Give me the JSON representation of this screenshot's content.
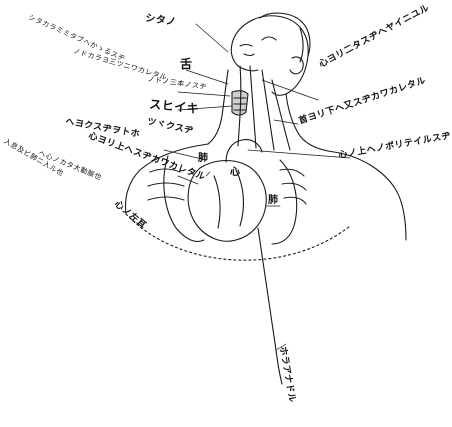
{
  "labels": {
    "shita_no": "シタノ",
    "shita_kara": "シタカラミミタブへかゝるスヂ",
    "nodo_kara": "ノドカラヨ三ツニワカレタル",
    "shita": "舌",
    "nodo_sanbon": "ノドノ三本ノスヂ",
    "kokoro_kara": "心ヨリ二タスヂヘヤイニユル",
    "kikan": "スヒイキ",
    "hegyo": "ヘヨクスヂヲトホ",
    "kubi_mata": "首ヨリ下ヘ又スヂカワカレタル",
    "tsuzuku": "ツヾクスヂ",
    "kokoro_hoka": "心ノ上ヘノボリテイルスヂ",
    "kokoro_kataru": "心ヨリ上ヘスヂカワカレタル",
    "haigi": "ヘ心ノカタ大動脈也",
    "hai_kanji": "入息及ビ肺ニ入ル也",
    "hai_left": "肺",
    "hai_right": "肺",
    "shin": "心",
    "hidari_mimi": "心ノ左耳",
    "hora": "ホラアナドル"
  }
}
